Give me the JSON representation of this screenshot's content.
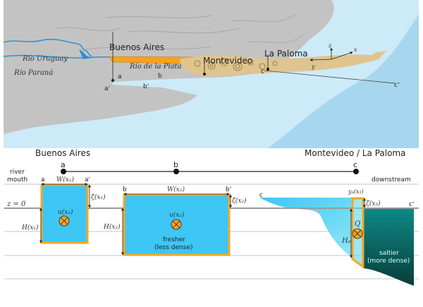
{
  "map": {
    "labels": {
      "rio_uruguay": "Río Uruguay",
      "rio_parana": "Río Paraná",
      "rio_de_la_plata": "Río de la Plata",
      "buenos_aires": "Buenos Aires",
      "montevideo": "Montevideo",
      "la_paloma": "La Paloma",
      "a": "a",
      "a_prime": "a'",
      "b": "b",
      "b_prime": "b'",
      "c": "c",
      "c_prime": "c'"
    },
    "axes": {
      "x": "x",
      "y": "y",
      "z": "z"
    },
    "colors": {
      "land": "#c3c3c3",
      "shelf_water": "#cdeaf8",
      "deep_water": "#a6d7ee",
      "river": "#2f8fd0",
      "plume": "#f7a21b",
      "eddies": "#e0c48e"
    }
  },
  "section": {
    "top_labels": {
      "left_city": "Buenos Aires",
      "right_city": "Montevideo / La Paloma"
    },
    "points": [
      "a",
      "b",
      "c"
    ],
    "left_note": [
      "river",
      "mouth"
    ],
    "right_note": "downstream",
    "z0_label": "z = 0",
    "box1": {
      "left": "a",
      "right": "a'",
      "width": "W(x₁)",
      "zeta": "ζ(x₁)",
      "velocity": "u(x₁)",
      "depth": "H(x₁)"
    },
    "box2": {
      "left": "b",
      "right": "b'",
      "width": "W(x₂)",
      "zeta": "ζ(x₂)",
      "velocity": "u(x₂)",
      "depth": "H(x₂)",
      "note1": "fresher",
      "note2": "(less dense)"
    },
    "box3": {
      "left": "c",
      "right": "c'",
      "width": "yₚ(x₃)",
      "zeta": "ζ(x₃)",
      "transport": "Q",
      "depth": "Hₚ",
      "note1": "saltier",
      "note2": "(more dense)"
    },
    "colors": {
      "fresh": "#3ec6f5",
      "salt": "#0e7f7c",
      "outline": "#f5a623"
    }
  }
}
